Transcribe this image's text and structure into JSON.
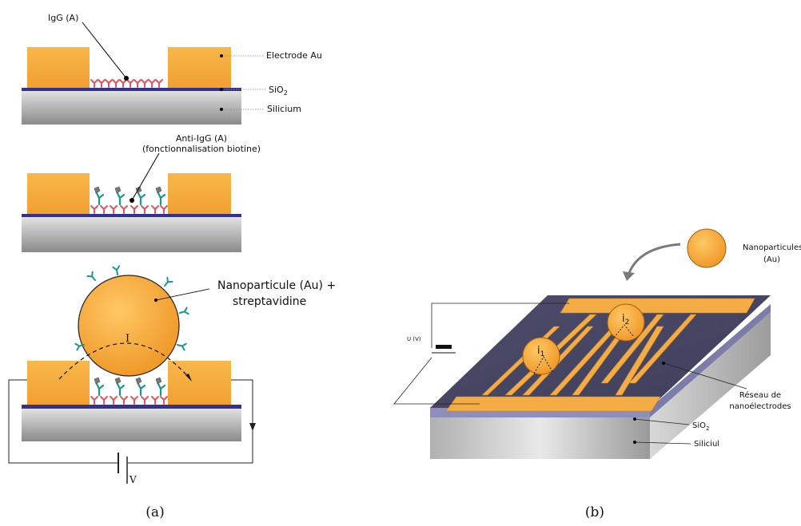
{
  "panel_a": {
    "label_igg": "IgG (A)",
    "label_electrode": "Electrode Au",
    "label_sio2_main": "SiO",
    "label_sio2_sub": "2",
    "label_silicium": "Silicium",
    "label_antiigg": "Anti-IgG (A)",
    "label_antiigg_note": "(fonctionnalisation biotine)",
    "label_nanoparticle_line1": "Nanoparticule (Au) +",
    "label_nanoparticle_line2": "streptavidine",
    "label_current": "I",
    "label_voltage": "V",
    "caption": "(a)"
  },
  "panel_b": {
    "label_nanoparticles_line1": "Nanoparticules",
    "label_nanoparticles_line2": "(Au)",
    "label_source": "U (V)",
    "label_i1_main": "i",
    "label_i1_sub": "1",
    "label_i2_main": "i",
    "label_i2_sub": "2",
    "label_array_line1": "Réseau de",
    "label_array_line2": "nanoélectrodes",
    "label_sio2_main": "SiO",
    "label_sio2_sub": "2",
    "label_silicon": "Siliciul",
    "caption": "(b)"
  },
  "colors": {
    "gold": "#f6ac3c",
    "gold_light": "#ffd27a",
    "oxide": "#33338f",
    "silicon_top": "#d8d8d8",
    "silicon_bottom": "#8c8c8c",
    "antibody_red": "#e8535e",
    "antibody_teal": "#159a8c"
  }
}
